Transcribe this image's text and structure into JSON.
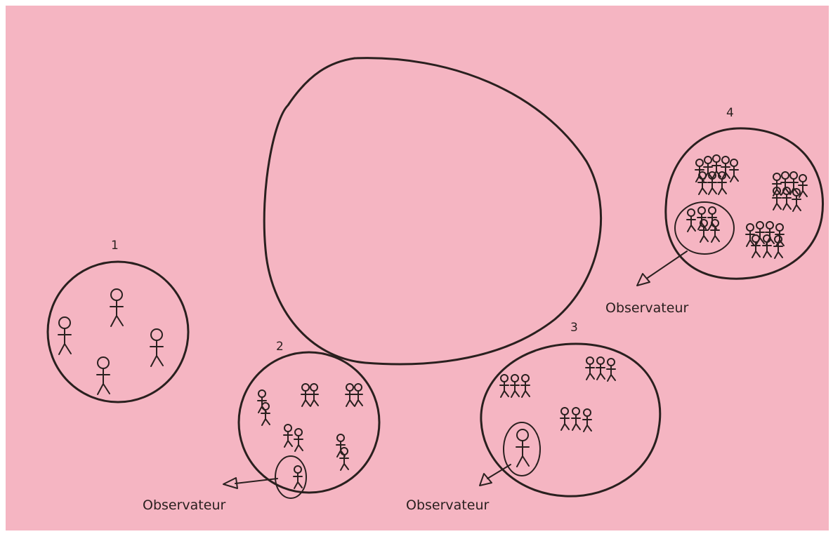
{
  "colors": {
    "paper": "#f5b5c2",
    "ink": "#2a201f"
  },
  "icons": [
    "stick-figure-icon",
    "arrow-icon"
  ],
  "labels": {
    "group1": "1",
    "group2": "2",
    "group3": "3",
    "group4": "4",
    "observer2": "Observateur",
    "observer3": "Observateur",
    "observer4": "Observateur"
  }
}
